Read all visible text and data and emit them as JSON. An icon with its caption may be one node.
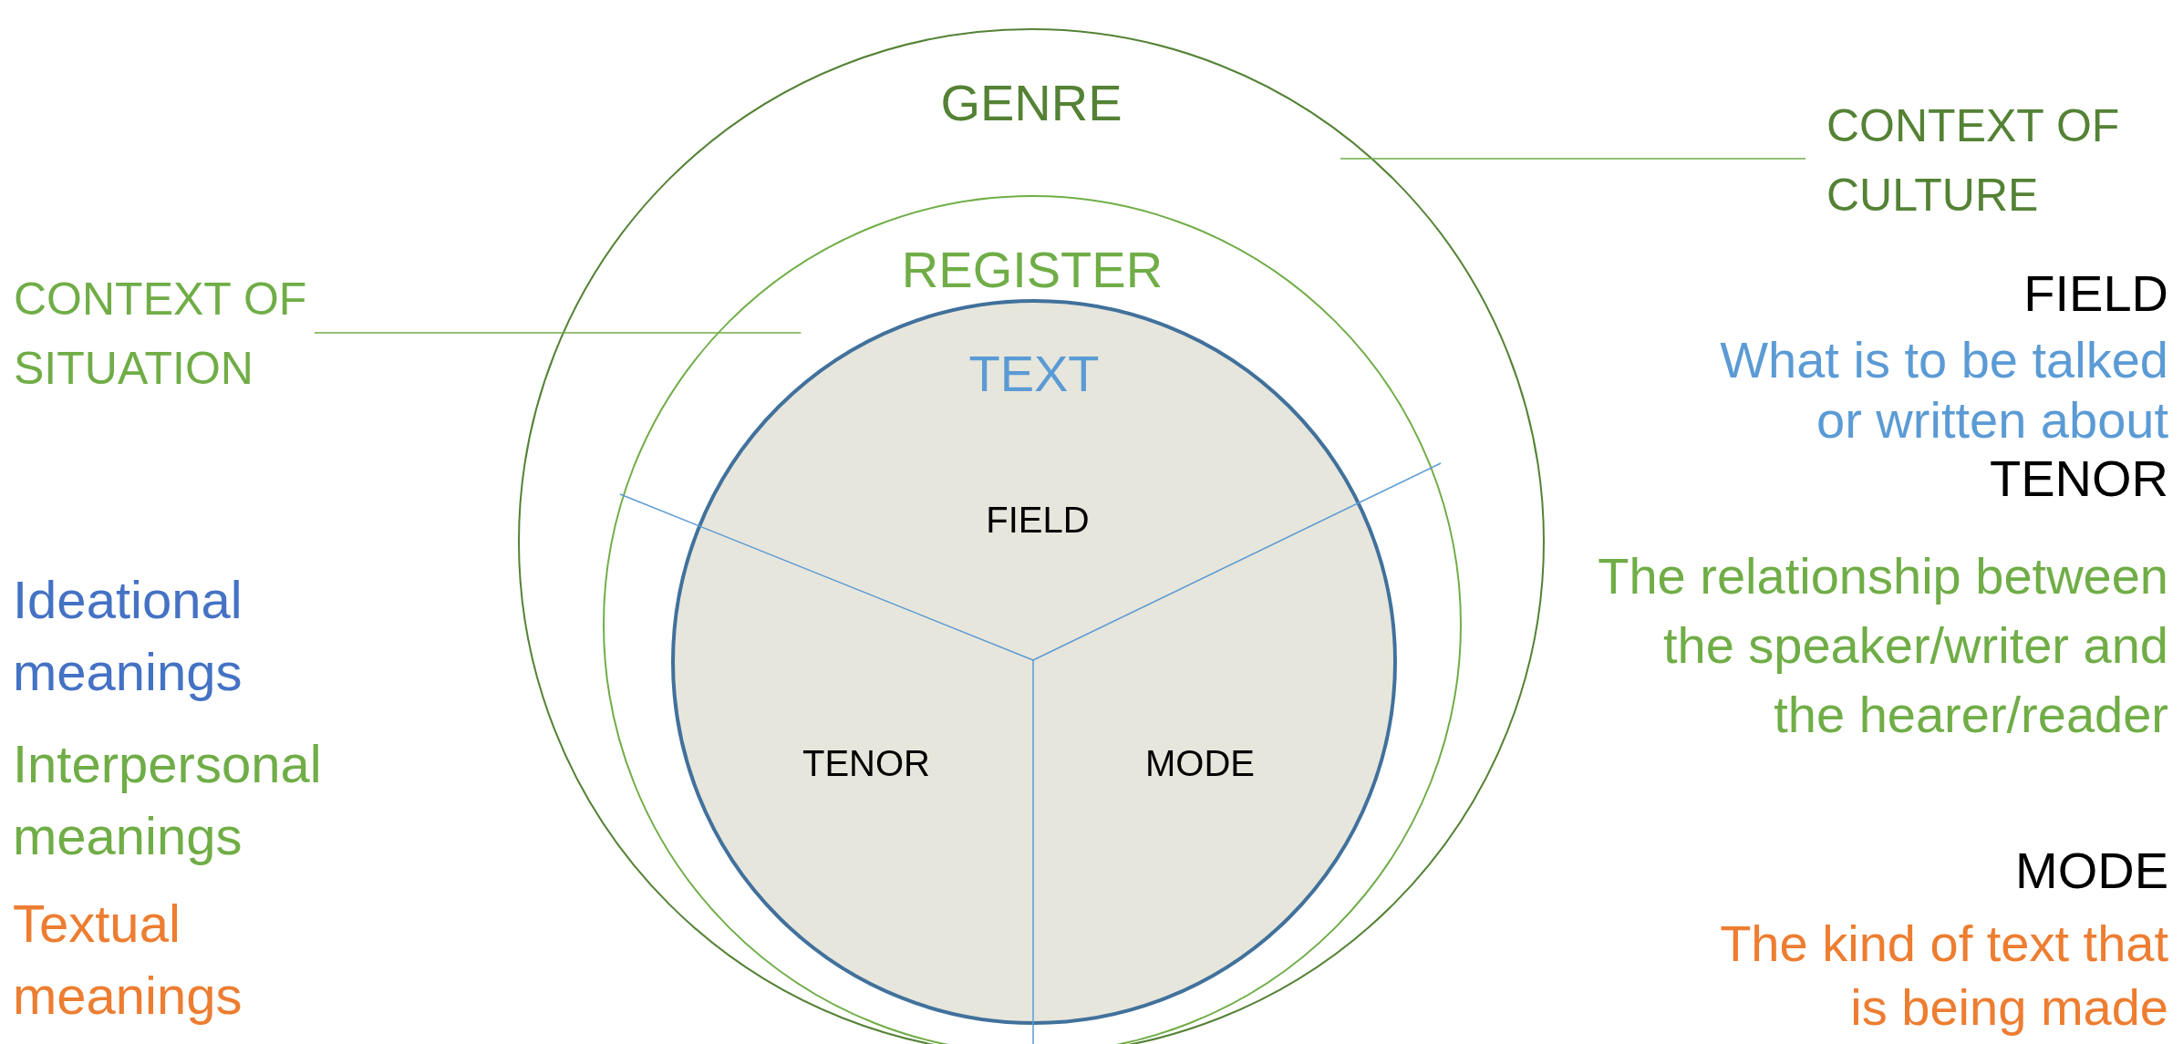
{
  "diagram": {
    "nodes": [
      {
        "text": [
          "GENRE"
        ]
      },
      {
        "text": [
          "REGISTER"
        ],
        "in": 0
      },
      {
        "text": [
          "TEXT"
        ],
        "in": 1
      },
      {
        "text": [
          "CONTEXT OF CULTURE"
        ]
      },
      {
        "text": [
          "CONTEXT OF SITUATION"
        ]
      }
    ],
    "edges": [
      {
        "from": 3,
        "to": 0,
        "arrow": "none"
      },
      {
        "from": 4,
        "to": 1,
        "arrow": "none"
      }
    ],
    "labels": [
      "FIELD",
      "TENOR",
      "MODE",
      "Ideational meanings",
      "Interpersonal meanings",
      "Textual meanings",
      "FIELD",
      "What is to be talked or written about",
      "TENOR",
      "The relationship between the speaker/writer and the hearer/reader",
      "MODE",
      "The kind of text that is being made"
    ]
  }
}
